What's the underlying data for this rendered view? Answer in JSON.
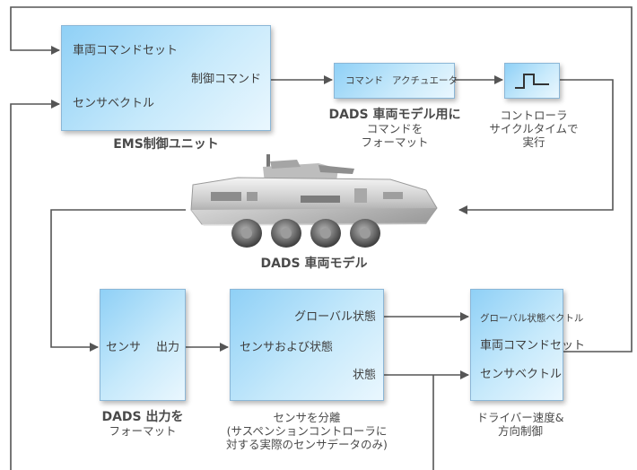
{
  "ems_block": {
    "in_vehicle_command_set": "車両コマンドセット",
    "out_control_command": "制御コマンド",
    "in_sensor_vector": "センサベクトル",
    "caption": "EMS制御ユニット"
  },
  "format_block": {
    "label_command": "コマンド",
    "label_actuator": "アクチュエータ",
    "caption": [
      "DADS 車両モデル用に",
      "コマンドを",
      "フォーマット"
    ]
  },
  "clock_block": {
    "caption": [
      "コントローラ",
      "サイクルタイムで",
      "実行"
    ]
  },
  "vehicle": {
    "caption": "DADS 車両モデル"
  },
  "output_block": {
    "label_sensor": "センサ",
    "label_output": "出力",
    "caption": [
      "DADS 出力を",
      "フォーマット"
    ]
  },
  "separate_block": {
    "in_sensor_and_state": "センサおよび状態",
    "out_global_state": "グローバル状態",
    "out_state": "状態",
    "caption": [
      "センサを分離",
      "(サスペンションコントローラに",
      "対する実際のセンサデータのみ)"
    ]
  },
  "driver_block": {
    "in_global_state_vector": "グローバル状態ベクトル",
    "out_vehicle_command_set": "車両コマンドセット",
    "in_sensor_vector": "センサベクトル",
    "caption": [
      "ドライバー速度&",
      "方向制御"
    ]
  },
  "colors": {
    "wire": "#555555",
    "block_gradient_start": "#8fd0f6",
    "block_gradient_end": "#eaf7fe",
    "block_border": "#8bb6d6"
  }
}
